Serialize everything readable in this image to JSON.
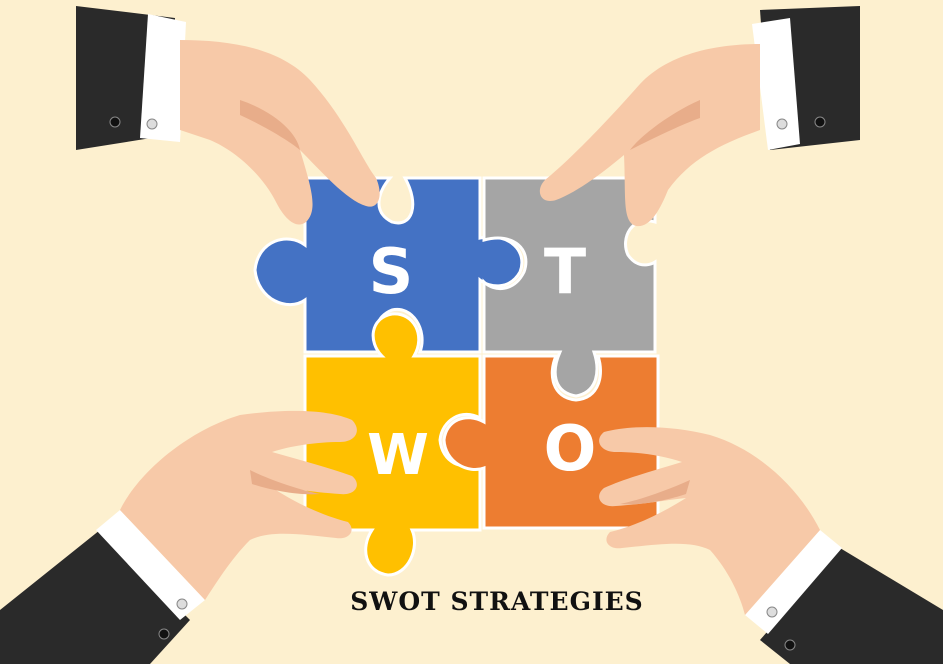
{
  "caption": "SWOT STRATEGIES",
  "pieces": {
    "s": {
      "letter": "S",
      "color": "#4472c4"
    },
    "t": {
      "letter": "T",
      "color": "#a5a5a5"
    },
    "w": {
      "letter": "W",
      "color": "#ffc000"
    },
    "o": {
      "letter": "O",
      "color": "#ed7d31"
    }
  },
  "colors": {
    "background": "#fdf0cf",
    "skin": "#f7c9a8",
    "skin_shadow": "#e8ad8a",
    "suit": "#2a2a2a",
    "cuff": "#ffffff"
  }
}
